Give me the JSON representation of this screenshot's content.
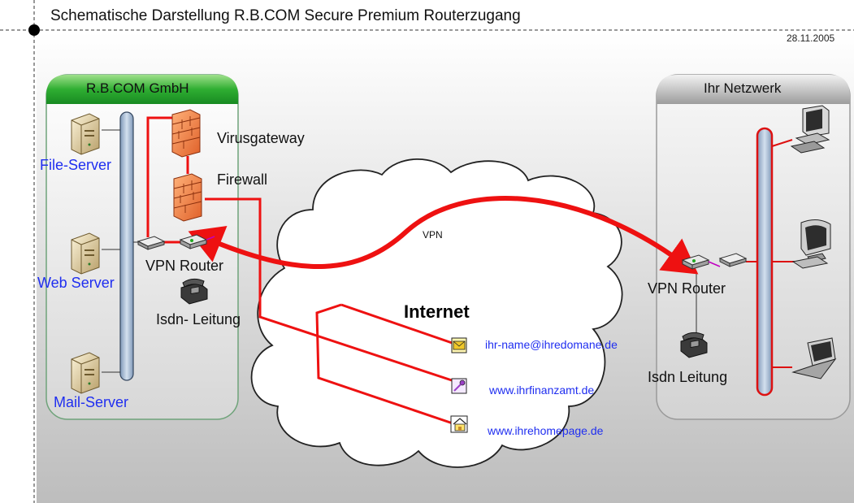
{
  "title": "Schematische Darstellung R.B.COM Secure Premium Routerzugang",
  "date": "28.11.2005",
  "left_panel": {
    "header": "R.B.COM GmbH",
    "servers": [
      "File-Server",
      "Web Server",
      "Mail-Server"
    ],
    "virusgateway": "Virusgateway",
    "firewall": "Firewall",
    "router": "VPN Router",
    "isdn": "Isdn- Leitung"
  },
  "right_panel": {
    "header": "Ihr Netzwerk",
    "router": "VPN Router",
    "isdn": "Isdn Leitung"
  },
  "cloud": {
    "label": "Internet",
    "vpn_label": "VPN",
    "links": [
      "ihr-name@ihredomane.de",
      "www.ihrfinanzamt.de",
      "www.ihrehomepage.de"
    ]
  },
  "colors": {
    "connection": "#ee1111",
    "left_header": "#1d9a2a",
    "left_border": "#6fa37a",
    "right_header": "#8c8c8c",
    "backbone": "#a9bfd8",
    "link_text": "#1f2ef0"
  },
  "icons": [
    "server-icon",
    "firewall-icon",
    "router-icon",
    "switch-icon",
    "telephone-icon",
    "desktop-icon",
    "monitor-icon",
    "laptop-icon",
    "mail-icon",
    "key-icon",
    "home-icon"
  ]
}
